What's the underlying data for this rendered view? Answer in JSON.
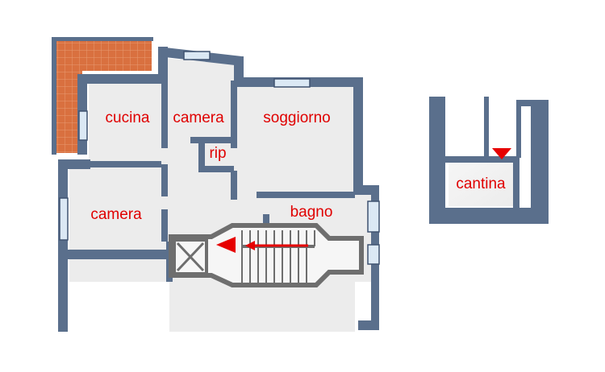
{
  "colors": {
    "wall": "#5a6f8c",
    "wall_edge": "#3f5270",
    "floor": "#ececec",
    "floor_light": "#f6f6f6",
    "terrace": "#d9703f",
    "terrace_grid": "#e89a72",
    "stair": "#6e6e6e",
    "window": "#dbe8f4",
    "label": "#e00000",
    "arrow": "#e60000"
  },
  "rooms": [
    {
      "id": "cucina",
      "label": "cucina"
    },
    {
      "id": "camera-top",
      "label": "camera"
    },
    {
      "id": "soggiorno",
      "label": "soggiorno"
    },
    {
      "id": "rip",
      "label": "rip"
    },
    {
      "id": "camera-left",
      "label": "camera"
    },
    {
      "id": "bagno",
      "label": "bagno"
    },
    {
      "id": "cantina",
      "label": "cantina"
    }
  ],
  "icons": {
    "entrance": "entrance-arrow-icon",
    "stair_direction": "stair-direction-arrow-icon",
    "cellar_entrance": "cellar-entrance-arrow-icon",
    "elevator": "elevator-shaft-icon"
  }
}
